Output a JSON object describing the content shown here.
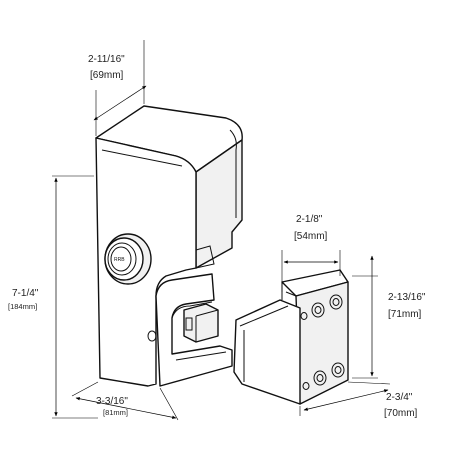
{
  "dimensions": {
    "lock_depth": {
      "imperial": "2-11/16\"",
      "metric": "[69mm]"
    },
    "lock_height": {
      "imperial": "7-1/4\"",
      "metric": "[184mm]"
    },
    "lock_width": {
      "imperial": "3-3/16\"",
      "metric": "[81mm]"
    },
    "strike_width": {
      "imperial": "2-1/8\"",
      "metric": "[54mm]"
    },
    "strike_height": {
      "imperial": "2-13/16\"",
      "metric": "[71mm]"
    },
    "strike_depth": {
      "imperial": "2-3/4\"",
      "metric": "[70mm]"
    }
  },
  "cylinder": {
    "stamp": "RRB"
  }
}
